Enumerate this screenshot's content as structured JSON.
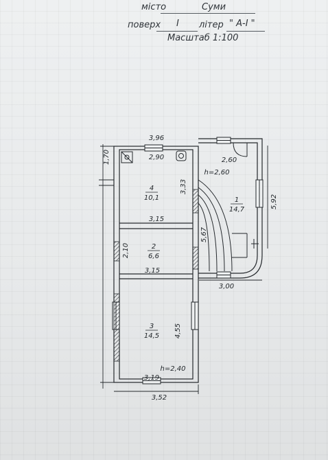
{
  "header": {
    "city_label": "місто",
    "city_value": "Суми",
    "floor_label": "поверх",
    "floor_value": "I",
    "liter_label": "літер",
    "liter_value": "\" А-I \"",
    "scale": "Масштаб 1:100"
  },
  "plan": {
    "dims": {
      "top_outer": "3,96",
      "top_inner": "2,90",
      "left_top": "1,70",
      "room4_right": "3,33",
      "wall_room4_room2": "3,15",
      "room2_left": "2,10",
      "wall_room2_room3": "3,15",
      "room3_right": "4,55",
      "bottom_inner": "3,19",
      "bottom_outer": "3,52",
      "room1_top": "2,60",
      "room1_right": "5,92",
      "room1_left": "5,67",
      "room1_bottom": "3,00"
    },
    "heights": {
      "room1": "h=2,60",
      "room3": "h=2,40"
    },
    "rooms": [
      {
        "number": "4",
        "area": "10,1"
      },
      {
        "number": "2",
        "area": "6,6"
      },
      {
        "number": "3",
        "area": "14,5"
      },
      {
        "number": "1",
        "area": "14,7"
      }
    ]
  }
}
